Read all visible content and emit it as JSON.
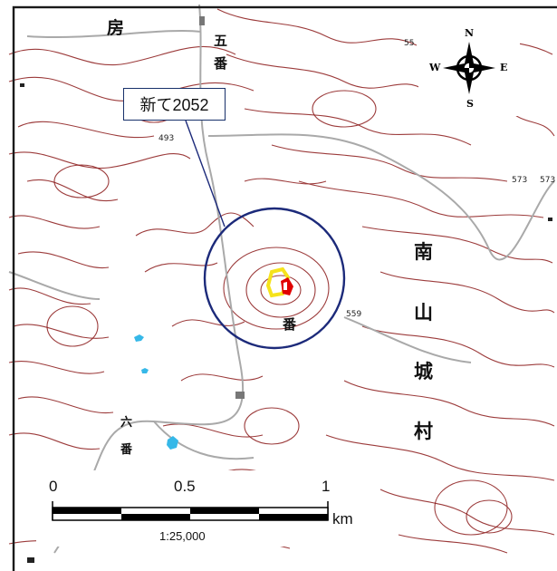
{
  "map": {
    "place_labels": [
      "房",
      "五",
      "番",
      "南",
      "山",
      "城",
      "村",
      "六",
      "番",
      "番"
    ],
    "elevations": [
      "55",
      "493",
      "573",
      "559",
      "573"
    ]
  },
  "callout": {
    "label": "新て2052"
  },
  "compass": {
    "n": "N",
    "s": "S",
    "e": "E",
    "w": "W"
  },
  "scale_bar": {
    "ticks": [
      "0",
      "0.5",
      "1"
    ],
    "unit": "km",
    "ratio": "1:25,000"
  },
  "colors": {
    "contour": "#8b1a1a",
    "road": "#a9a9a9",
    "frame": "#1a1a1a",
    "circle": "#1c2a7a",
    "water": "#36b8e8",
    "site_red": "#e10000",
    "site_yellow": "#f6e31b"
  }
}
